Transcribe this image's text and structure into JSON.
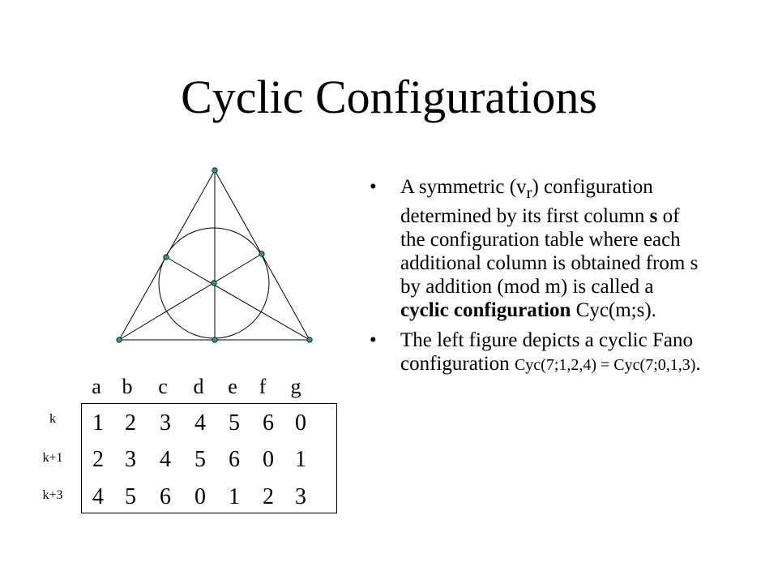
{
  "slide": {
    "title": "Cyclic Configurations"
  },
  "table": {
    "column_headers": [
      "a",
      "b",
      "c",
      "d",
      "e",
      "f",
      "g"
    ],
    "row_labels": [
      "k",
      "k+1",
      "k+3"
    ],
    "rows": [
      [
        "1",
        "2",
        "3",
        "4",
        "5",
        "6",
        "0"
      ],
      [
        "2",
        "3",
        "4",
        "5",
        "6",
        "0",
        "1"
      ],
      [
        "4",
        "5",
        "6",
        "0",
        "1",
        "2",
        "3"
      ]
    ]
  },
  "bullets": {
    "b1": {
      "p1": "A symmetric  (v",
      "sub": "r",
      "p2": ") configuration determined by its first column ",
      "s": "s",
      "p3": " of the configuration table where each additional column is obtained from s by addition (mod m) is called a  ",
      "cyclic": "cyclic configuration",
      "p4": " Cyc(m;s)."
    },
    "b2": {
      "text": "The left figure depicts a cyclic Fano configuration ",
      "formula": "Cyc(7;1,2,4) = Cyc(7;0,1,3)",
      "end": "."
    }
  },
  "colors": {
    "point": "#16a78b",
    "line": "#000000"
  }
}
